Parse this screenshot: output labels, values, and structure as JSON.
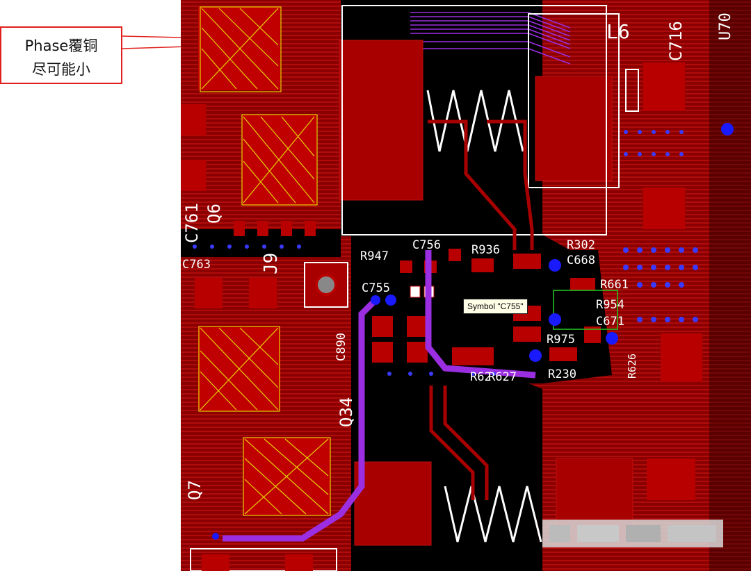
{
  "callout": {
    "line1": "Phase覆铜",
    "line2": "尽可能小"
  },
  "tooltip": {
    "text": "Symbol \"C755\""
  },
  "refdes": {
    "r947": "R947",
    "c756": "C756",
    "r936": "R936",
    "r302": "R302",
    "c668": "C668",
    "r661": "R661",
    "r954": "R954",
    "c671": "C671",
    "r975": "R975",
    "r230": "R230",
    "r626": "R626",
    "c755": "C755",
    "c763": "C763",
    "j9": "J9",
    "c890": "C890",
    "q34": "Q34",
    "q6": "Q6",
    "c761": "C761",
    "q7": "Q7",
    "l6": "L6",
    "c716": "C716",
    "u70": "U70",
    "r62": "R62",
    "r6x7": "R627"
  },
  "colors": {
    "copper": "#a80000",
    "pad": "#b80000",
    "board": "#000000",
    "silkscreen": "#ffffff",
    "component_outline": "#e6d200",
    "trace_purple": "#9a2ee0",
    "via": "#1a1aff",
    "callout_border": "#e0201c"
  },
  "icons": {
    "mosfet_symbol": "mosfet-pad-array-icon",
    "inductor_symbol": "inductor-zigzag-icon",
    "mounting_hole": "mounting-hole-icon"
  }
}
